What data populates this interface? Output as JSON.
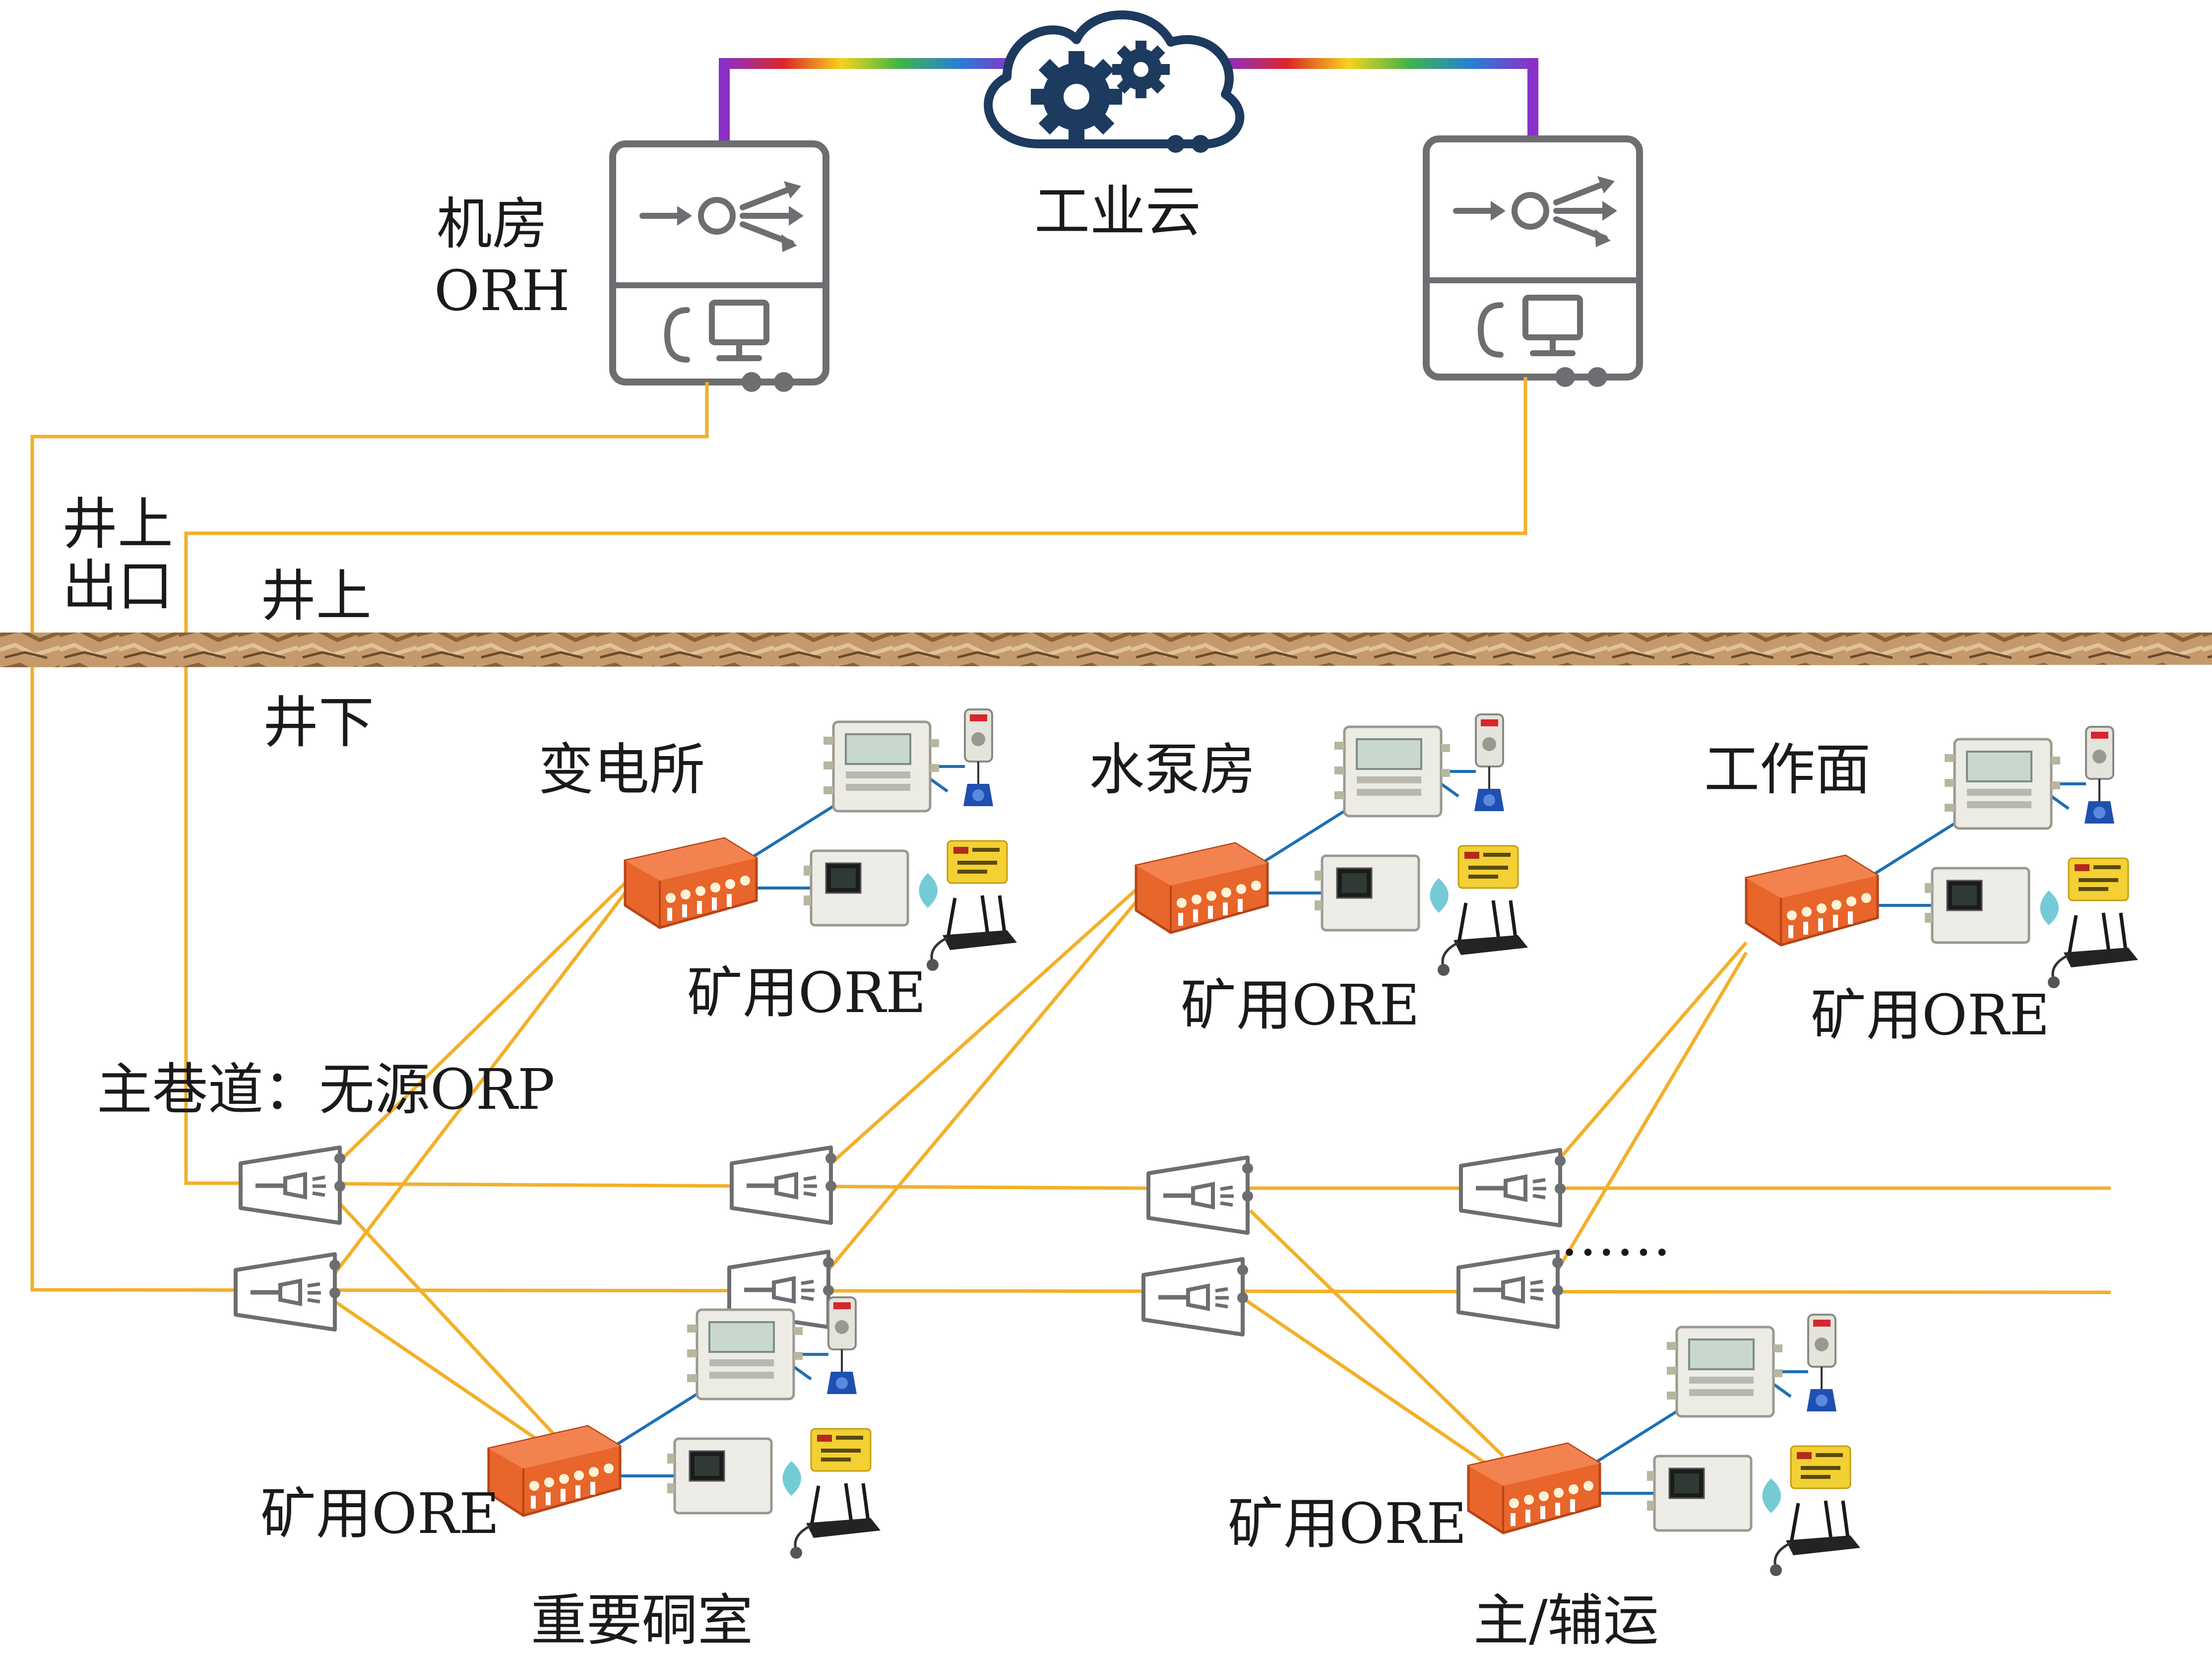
{
  "labels": {
    "cloud": "工业云",
    "orh_line1": "机房",
    "orh_line2": "ORH",
    "exit_line1": "井上",
    "exit_line2": "出口",
    "aboveground": "井上",
    "underground": "井下",
    "main_tunnel": "主巷道：无源ORP",
    "ellipsis": "……",
    "site_substation": "变电所",
    "site_pump": "水泵房",
    "site_workface": "工作面",
    "site_chamber": "重要硐室",
    "site_transport": "主/辅运",
    "ore": "矿用ORE"
  },
  "colors": {
    "fiber": "#f2b02a",
    "link": "#1f6fb2",
    "device_gray": "#6d6e71",
    "cloud_navy": "#1d3a5f",
    "ore_orange": "#e8652b",
    "ground": "#c49a6c"
  },
  "icons": [
    "cloud-gears-icon",
    "router-icon",
    "splitter-icon",
    "ore-box-icon",
    "monitor-unit-icon",
    "sensor-icon",
    "card-reader-icon",
    "wireless-router-icon"
  ]
}
